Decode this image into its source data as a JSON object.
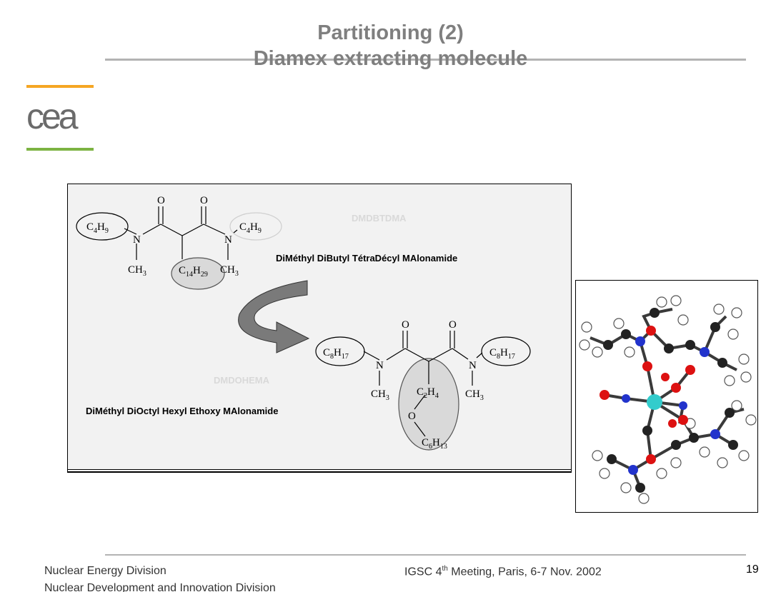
{
  "slide": {
    "title_line1": "Partitioning (2)",
    "title_line2": "Diamex extracting molecule",
    "logo_text": "cea",
    "colors": {
      "title": "#7f7f7f",
      "rule": "#b3b3b3",
      "logo_orange": "#f5a623",
      "logo_green": "#7cb342",
      "oval_fill": "#d9d9d9"
    }
  },
  "chem": {
    "top": {
      "o1": "O",
      "o2": "O",
      "n1": "N",
      "n2": "N",
      "c4h9_left": "C4H9",
      "c4h9_right": "C4H9",
      "ch3_left": "CH3",
      "ch3_right": "CH3",
      "c14h29": "C14H29",
      "ghost_label": "DMDBTDMA",
      "caption": "DiMéthyl DiButyl TétraDécyl MAlonamide"
    },
    "bottom": {
      "o1": "O",
      "o2": "O",
      "n1": "N",
      "n2": "N",
      "c8h17_left": "C8H17",
      "c8h17_right": "C8H17",
      "ch3_left": "CH3",
      "ch3_right": "CH3",
      "c2h4": "C2H4",
      "o_ether": "O",
      "c6h13": "C6H13",
      "ghost_label": "DMDOHEMA",
      "caption": "DiMéthyl DiOctyl Hexyl Ethoxy MAlonamide"
    }
  },
  "footer": {
    "division1": "Nuclear Energy Division",
    "division2": "Nuclear Development and Innovation Division",
    "meeting_prefix": "IGSC 4",
    "meeting_sup": "th",
    "meeting_suffix": " Meeting, Paris,  6-7 Nov. 2002",
    "page_number": "19"
  }
}
